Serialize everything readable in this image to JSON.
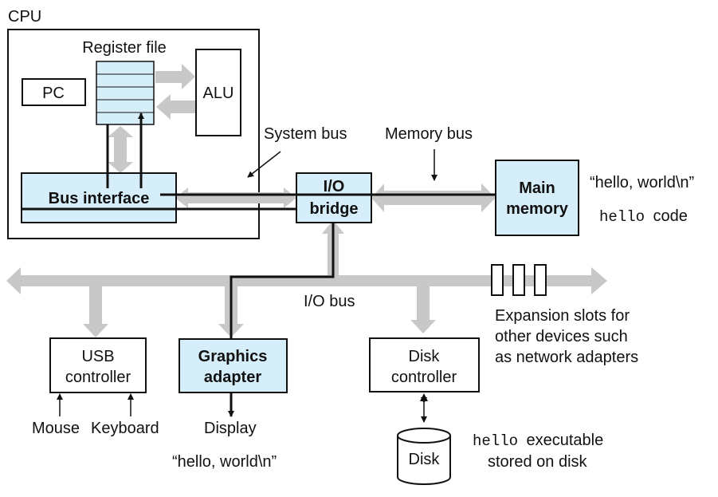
{
  "colors": {
    "component_fill": "#d6eefa",
    "bus_gray": "#c8c8c8",
    "line": "#111111",
    "box_fill": "#ffffff"
  },
  "labels": {
    "cpu": "CPU",
    "register_file": "Register file",
    "pc": "PC",
    "alu": "ALU",
    "bus_interface": "Bus interface",
    "system_bus": "System bus",
    "memory_bus": "Memory bus",
    "io_bridge_line1": "I/O",
    "io_bridge_line2": "bridge",
    "main_memory_line1": "Main",
    "main_memory_line2": "memory",
    "memory_string": "“hello, world\\n”",
    "hello_code_mono": "hello",
    "hello_code_rest": "code",
    "io_bus": "I/O bus",
    "usb_line1": "USB",
    "usb_line2": "controller",
    "graphics_line1": "Graphics",
    "graphics_line2": "adapter",
    "disk_ctrl_line1": "Disk",
    "disk_ctrl_line2": "controller",
    "expansion_line1": "Expansion slots for",
    "expansion_line2": "other devices such",
    "expansion_line3": "as network adapters",
    "mouse": "Mouse",
    "keyboard": "Keyboard",
    "display": "Display",
    "display_string": "“hello, world\\n”",
    "disk": "Disk",
    "exec_mono": "hello",
    "exec_rest": "executable",
    "exec_line2": "stored on disk"
  }
}
